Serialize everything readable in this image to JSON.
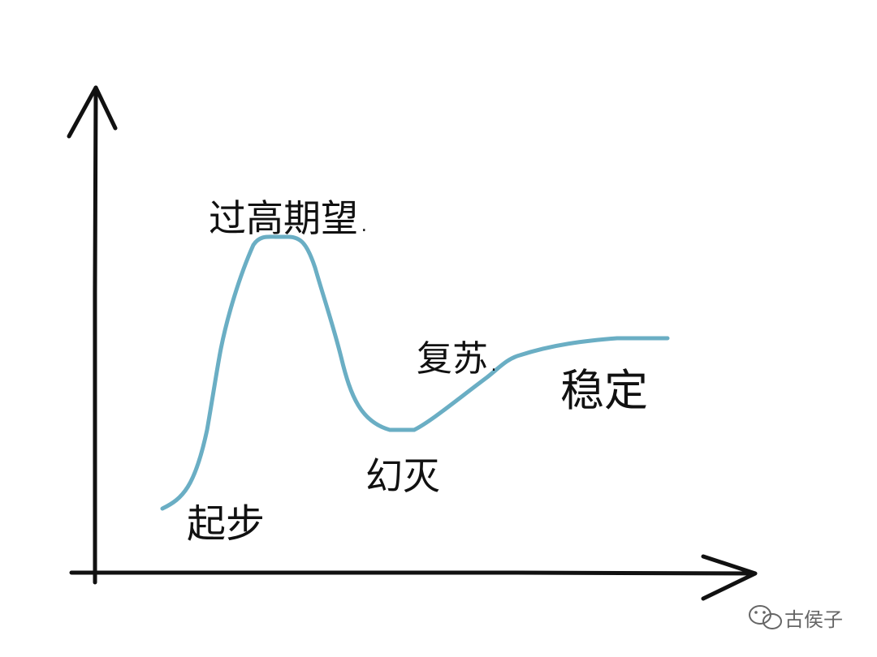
{
  "colors": {
    "axes": "#111111",
    "curve": "#6aaec4",
    "text": "#111111",
    "watermark": "#666666"
  },
  "labels": {
    "start": "起步",
    "peak": "过高期望.",
    "trough": "幻灭",
    "recovery": "复苏.",
    "stable": "稳定"
  },
  "watermark": {
    "icon": "wechat-icon",
    "text": "古侯子"
  }
}
